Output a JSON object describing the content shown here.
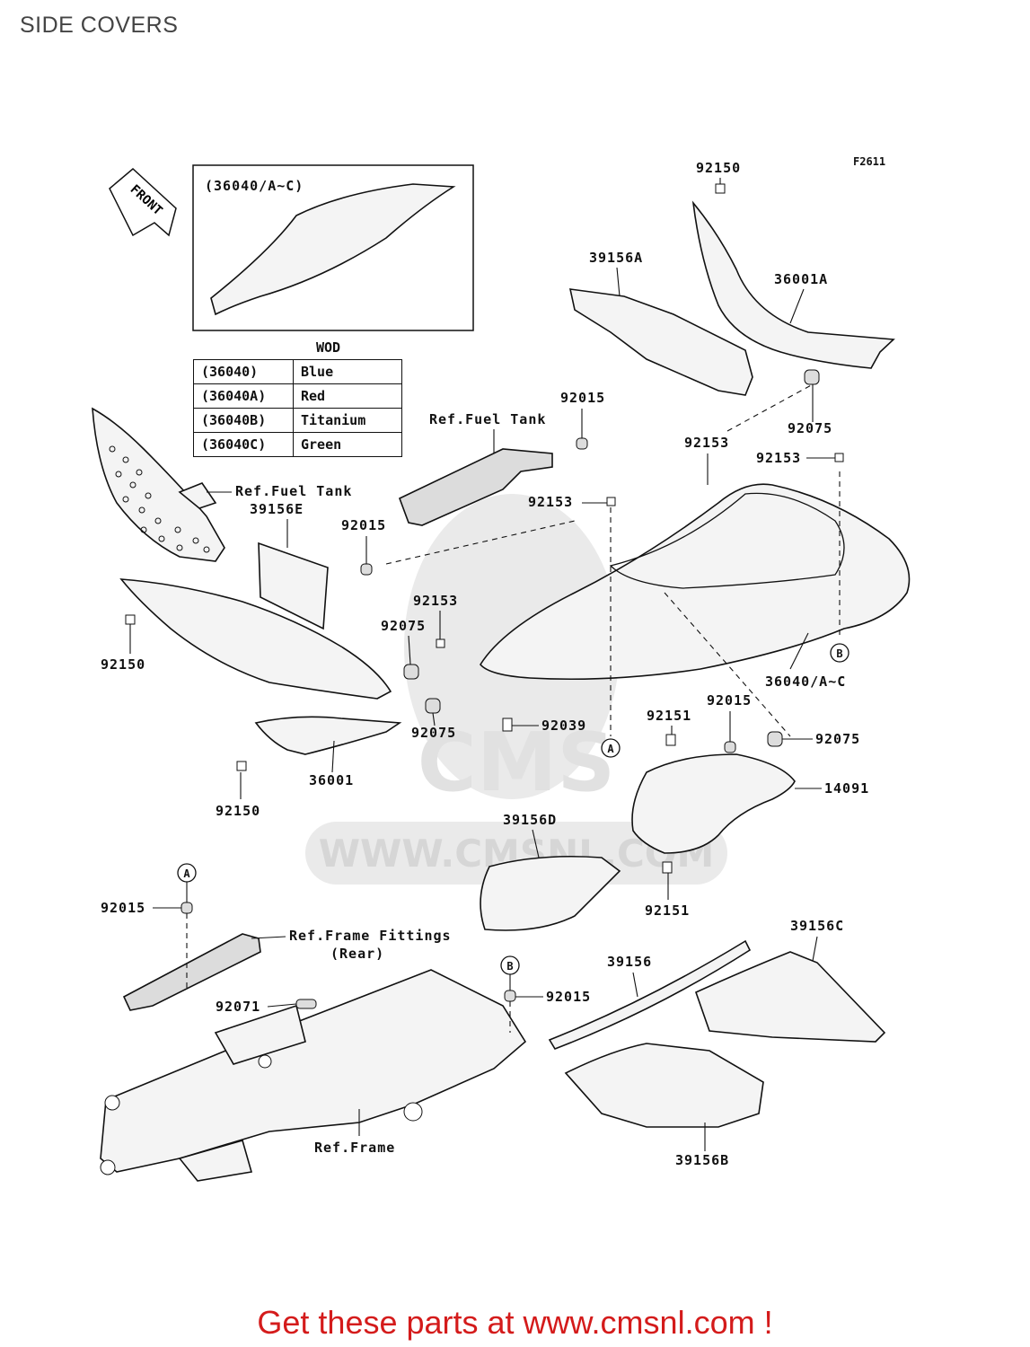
{
  "page": {
    "title": "SIDE COVERS"
  },
  "figure_code": "F2611",
  "front_label": "FRONT",
  "inset_label": "(36040/A~C)",
  "wod": {
    "header": "WOD",
    "rows": [
      {
        "code": "(36040)",
        "color": "Blue"
      },
      {
        "code": "(36040A)",
        "color": "Red"
      },
      {
        "code": "(36040B)",
        "color": "Titanium"
      },
      {
        "code": "(36040C)",
        "color": "Green"
      }
    ]
  },
  "part_labels": {
    "p92150_top": "92150",
    "p39156A": "39156A",
    "p36001A": "36001A",
    "p92015_a": "92015",
    "ref_fuel_tank_1": "Ref.Fuel Tank",
    "p92075_a": "92075",
    "p92153_a": "92153",
    "p92153_b": "92153",
    "p92153_c": "92153",
    "ref_fuel_tank_2": "Ref.Fuel Tank",
    "p39156E": "39156E",
    "p92015_b": "92015",
    "p92153_d": "92153",
    "p92075_b": "92075",
    "p92150_left": "92150",
    "p36040": "36040/A~C",
    "p92151_a": "92151",
    "p92015_c": "92015",
    "p92075_c": "92075",
    "p92075_d": "92075",
    "p92039": "92039",
    "p36001": "36001",
    "p14091": "14091",
    "p92150_bottom": "92150",
    "p39156D": "39156D",
    "p92151_b": "92151",
    "p92015_d": "92015",
    "ref_frame_fittings": "Ref.Frame Fittings",
    "ref_frame_fittings_sub": "(Rear)",
    "p39156": "39156",
    "p39156C": "39156C",
    "p92015_e": "92015",
    "p92071": "92071",
    "ref_frame": "Ref.Frame",
    "p39156B": "39156B"
  },
  "markers": {
    "a": "A",
    "b": "B"
  },
  "watermark": "WWW.CMSNL.COM",
  "watermark_logo": "CMS",
  "footer": "Get these parts at www.cmsnl.com !"
}
